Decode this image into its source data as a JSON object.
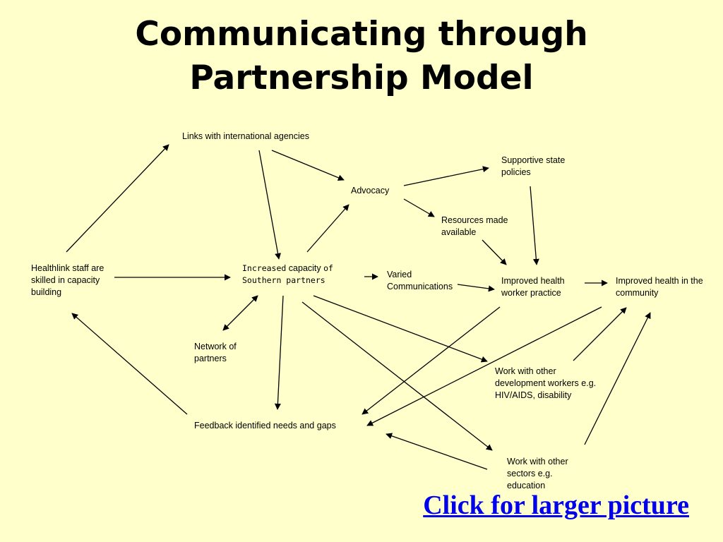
{
  "title": {
    "line1": "Communicating through",
    "line2": "Partnership Model"
  },
  "nodes": {
    "links_international": [
      "Links with international agencies"
    ],
    "advocacy": [
      "Advocacy"
    ],
    "supportive_state": [
      "Supportive state",
      "policies"
    ],
    "resources": [
      "Resources made",
      "available"
    ],
    "healthlink_staff": [
      "Healthlink staff are",
      "skilled in capacity",
      "building"
    ],
    "increased_capacity": {
      "line1_a": "Increased",
      "line1_b": " capacity ",
      "line1_c": "of",
      "line2": "Southern partners"
    },
    "varied_comms": [
      "Varied",
      "Communications"
    ],
    "improved_practice": [
      "Improved health",
      "worker practice"
    ],
    "improved_community": [
      "Improved health in the",
      "community"
    ],
    "network_partners": [
      "Network of",
      "partners"
    ],
    "work_dev_workers": [
      "Work with other",
      "development workers e.g.",
      "HIV/AIDS, disability"
    ],
    "feedback": [
      "Feedback identified needs and gaps"
    ],
    "work_sectors": [
      "Work with other",
      "sectors e.g.",
      "education"
    ]
  },
  "link": {
    "label": "Click for larger picture"
  },
  "colors": {
    "background": "#ffffcc",
    "text": "#000000",
    "link": "#0000ee"
  }
}
